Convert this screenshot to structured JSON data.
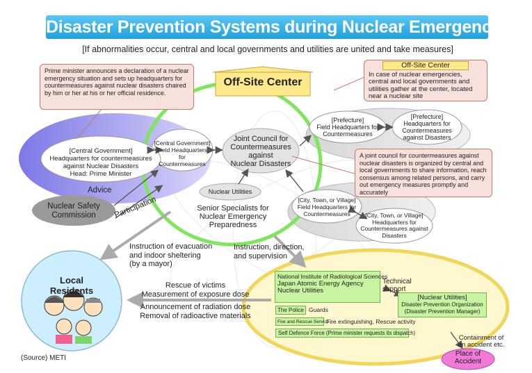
{
  "title": "Disaster Prevention Systems during Nuclear Emergencies",
  "subtitle": "[If abnormalities occur, central and local governments and utilities are united and take measures]",
  "pm_callout": "Prime minister announces a declaration of a nuclear emergency situation and sets up headquarters for countermeasures against nuclear disasters chaired by him or her at his or her official residence.",
  "offsite_label": "Off-Site Center",
  "offsite_box": {
    "title": "Off-Site Center",
    "text": "In case of nuclear emergencies, central and local governments and utilities gather at the center, located near a nuclear site"
  },
  "central_hq": {
    "line1": "[Central Government]",
    "line2": "Headquarters for countermeasures",
    "line3": "against Nuclear Disasters",
    "line4": "Head: Prime Minister"
  },
  "central_field": {
    "line1": "[Central Government]",
    "line2": "Field Headquarters for",
    "line3": "Countermeasures"
  },
  "joint_council": {
    "line1": "Joint Council for",
    "line2": "Countermeasures",
    "line3": "against",
    "line4": "Nuclear Disasters"
  },
  "pref_field": {
    "line1": "[Prefecture]",
    "line2": "Field Headquarters for",
    "line3": "Countermeasures"
  },
  "pref_hq": {
    "line1": "[Prefecture]",
    "line2": "Headquarters for",
    "line3": "Countermeasures",
    "line4": "against Disasters"
  },
  "joint_callout": "A joint council for countermeasures against nuclear disasters is organized by central and local governments to share information, reach consensus among related persons, and carry out emergency measures promptly and accurately",
  "nuclear_utilities": "Nuclear Utilities",
  "senior": {
    "line1": "Senior Specialists for",
    "line2": "Nuclear Emergency",
    "line3": "Preparedness"
  },
  "city_field": {
    "line1": "[City, Town, or Village]",
    "line2": "Field Headquarters for",
    "line3": "Countermeasures"
  },
  "city_hq": {
    "line1": "[City, Town, or Village]",
    "line2": "Headquarters for",
    "line3": "Countermeasures against",
    "line4": "Disasters"
  },
  "advice": "Advice",
  "participation": "Participation",
  "nsc": {
    "line1": "Nuclear Safety",
    "line2": "Commission"
  },
  "instruction_evac": {
    "line1": "Instruction of evacuation",
    "line2": "and indoor sheltering",
    "line3": "(by a mayor)"
  },
  "instruction_dir": {
    "line1": "Instruction, direction,",
    "line2": "and supervision"
  },
  "local_residents": "Local Residents",
  "measures": {
    "line1": "Rescue of victims",
    "line2": "Measurement of exposure dose",
    "line3": "Announcement of radiation dose",
    "line4": "Removal of radioactive materials"
  },
  "institutes": {
    "line1": "National Institute of Radiological Sciences",
    "line2": "Japan Atomic Energy Agency",
    "line3": "Nuclear Utilities"
  },
  "tech_support": {
    "line1": "Technical",
    "line2": "support"
  },
  "police": "The Police",
  "guards": "Guards",
  "fire": "Fire and Rescue Service",
  "fire_text": "Fire extinguishing, Rescue activity",
  "sdf": "Self Defence Force (Prime minister requests its dispatch)",
  "utilities_org": {
    "line1": "[Nuclear Utilities]",
    "line2": "Disaster Prevention Organization",
    "line3": "(Disaster Prevention Manager)"
  },
  "containment": {
    "line1": "Containment of",
    "line2": "an accident etc."
  },
  "place": {
    "line1": "Place of",
    "line2": "Accident"
  },
  "source": "(Source) METI",
  "colors": {
    "banner": "#1fa0dc",
    "green_ring": "#7ee65a",
    "central_ellipse": "#9f9bf0",
    "callout": "#f7e1dd",
    "yellow_ellipse": "#ffe98a",
    "green_box": "#c8f3a0",
    "pink": "#f07ad8",
    "nsc": "#9a9a9a",
    "residents": "#c9ecfa"
  }
}
